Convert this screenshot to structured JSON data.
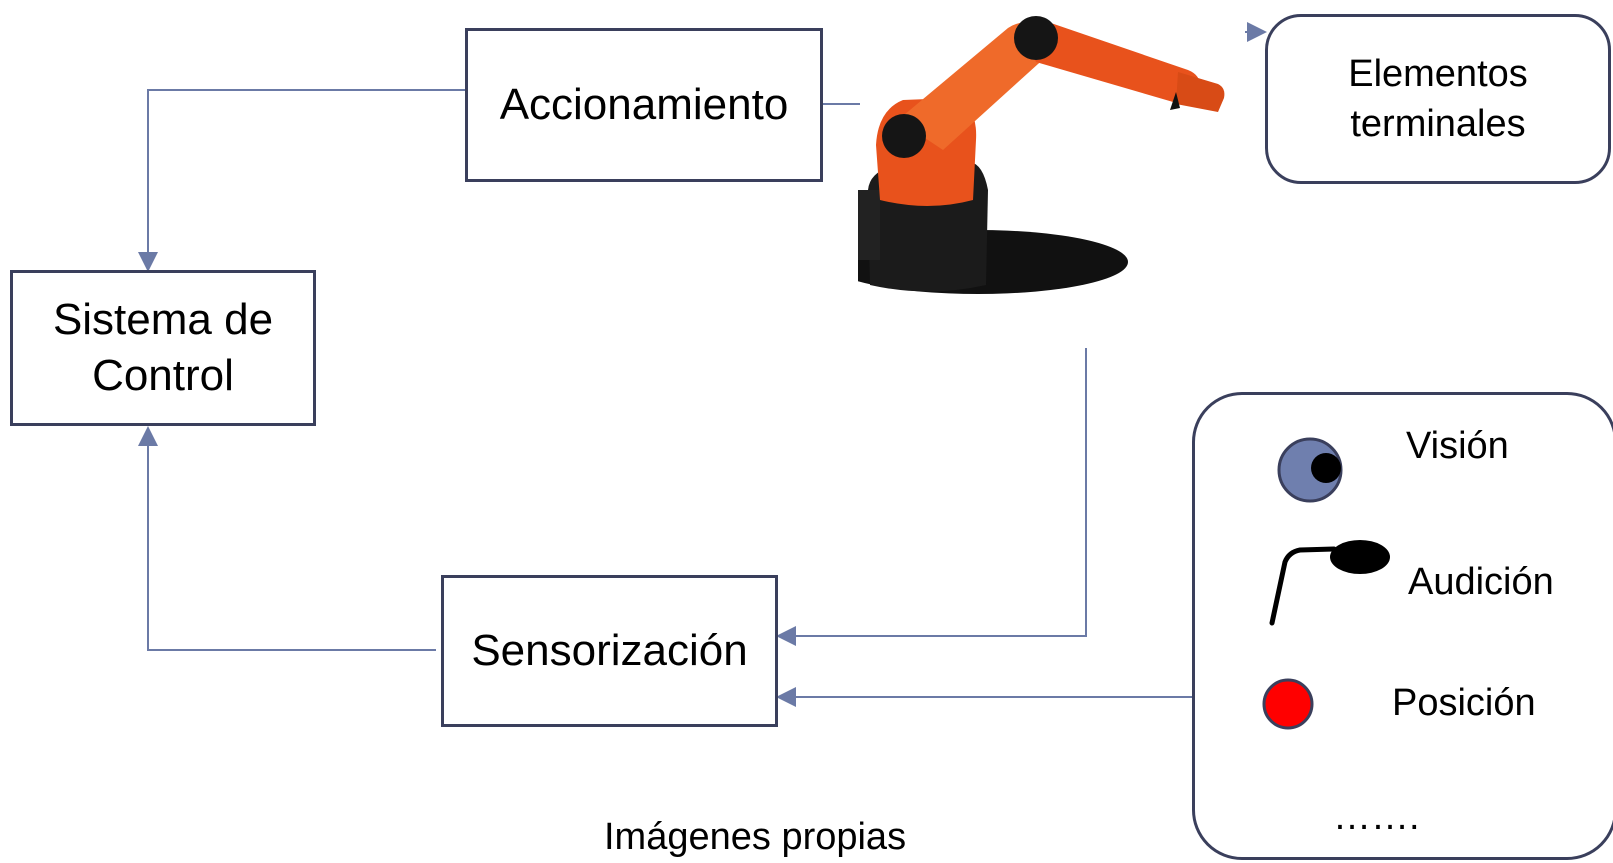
{
  "nodes": {
    "accionamiento": "Accionamiento",
    "sistema_control": "Sistema de\nControl",
    "sensorizacion": "Sensorización",
    "elementos_terminales": "Elementos\nterminales"
  },
  "sensors": {
    "vision": "Visión",
    "audicion": "Audición",
    "posicion": "Posición",
    "more": "……."
  },
  "caption": "Imágenes propias",
  "colors": {
    "line": "#6b7aa6",
    "border": "#3a3f5c",
    "robot_orange": "#e8521c",
    "robot_black": "#111111",
    "vision_fill": "#6f7fae",
    "posicion_fill": "#ff0000"
  },
  "icons": {
    "vision": "eye-icon",
    "audicion": "microphone-icon",
    "posicion": "position-dot-icon",
    "robot": "robot-arm-image"
  }
}
